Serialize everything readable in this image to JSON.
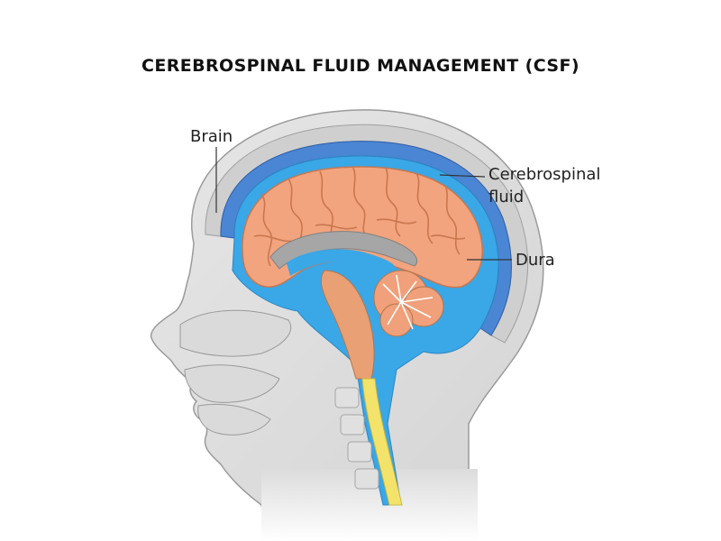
{
  "title": "CEREBROSPINAL FLUID MANAGEMENT (CSF)",
  "labels": {
    "brain": "Brain",
    "csf_line1": "Cerebrospinal",
    "csf_line2": "fluid",
    "dura": "Dura"
  },
  "colors": {
    "brain": "#f2a47e",
    "csf": "#3aa7e6",
    "dura": "#4a86d4",
    "skull": "#c9c9c9",
    "spinal_cord": "#f4e36a"
  }
}
